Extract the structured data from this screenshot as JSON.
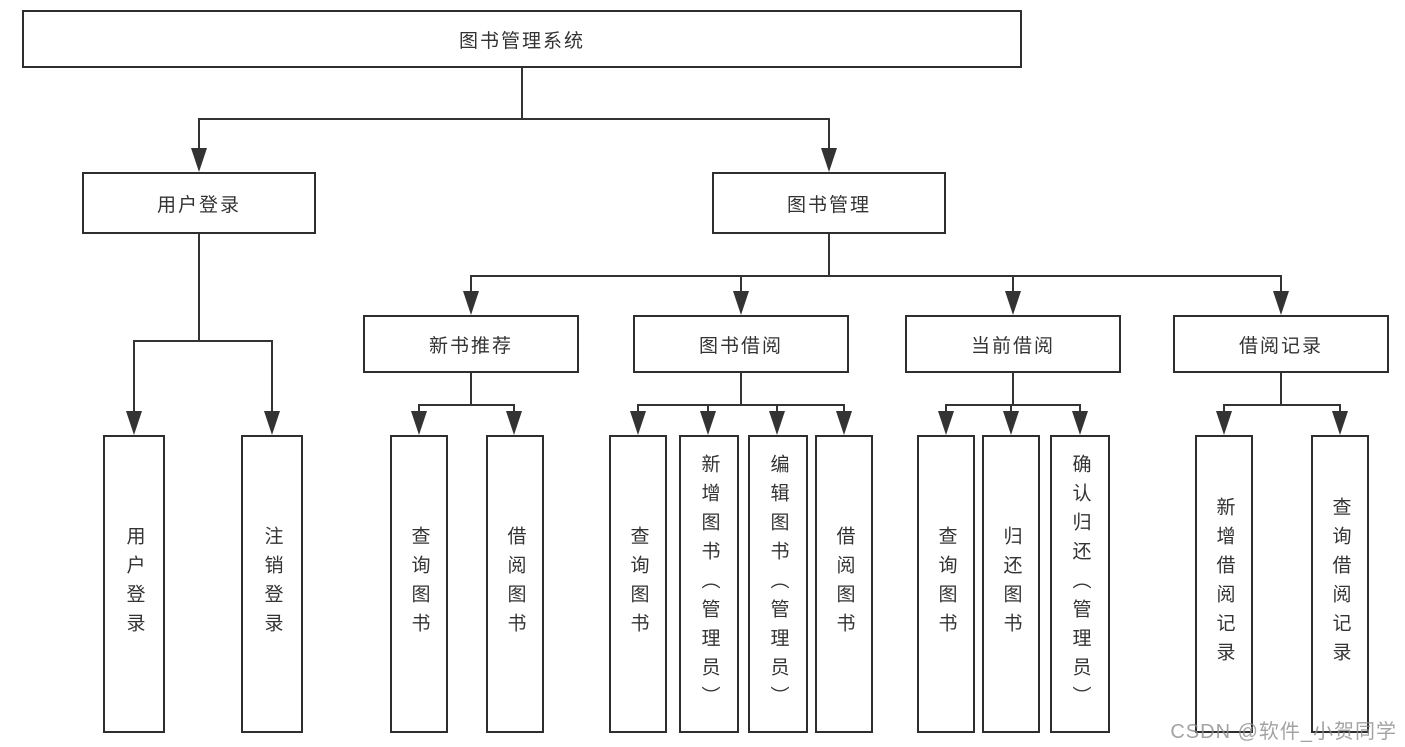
{
  "diagram": {
    "title": "图书管理系统",
    "branches": {
      "user_login": {
        "label": "用户登录",
        "children": [
          "用户登录",
          "注销登录"
        ]
      },
      "book_management": {
        "label": "图书管理",
        "sections": [
          {
            "label": "新书推荐",
            "children": [
              "查询图书",
              "借阅图书"
            ]
          },
          {
            "label": "图书借阅",
            "children": [
              "查询图书",
              "新增图书（管理员）",
              "编辑图书（管理员）",
              "借阅图书"
            ]
          },
          {
            "label": "当前借阅",
            "children": [
              "查询图书",
              "归还图书",
              "确认归还（管理员）"
            ]
          },
          {
            "label": "借阅记录",
            "children": [
              "新增借阅记录",
              "查询借阅记录"
            ]
          }
        ]
      }
    }
  },
  "watermark": "CSDN @软件_小贺同学",
  "colors": {
    "line": "#333333",
    "border": "#2e2e2e",
    "text": "#333333",
    "watermark": "#8d8d8d"
  }
}
